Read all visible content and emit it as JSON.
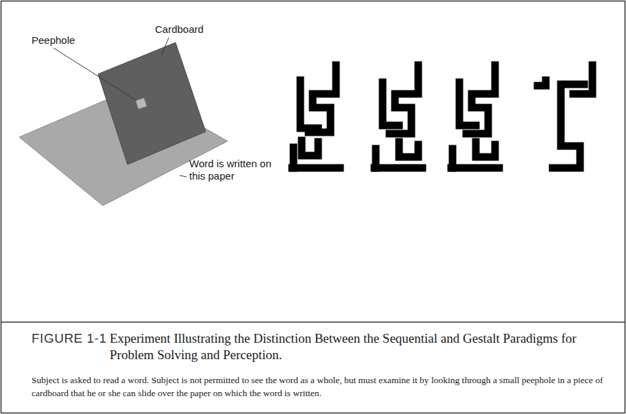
{
  "diagram": {
    "title": "Experiment Illustrating the Distinction Between the Sequential and Gestalt Paradigms for Problem Solving and Perception.",
    "caption": "Subject is asked to read a word. Subject is not permitted to see the word as a whole, but must examine it by looking through a small peephole in a piece of cardboard that he or she can slide over the paper on which the word is written.",
    "labels": [
      "Peephole",
      "Cardboard",
      "Word is written on this paper",
      "FIGURE 1-1"
    ]
  }
}
